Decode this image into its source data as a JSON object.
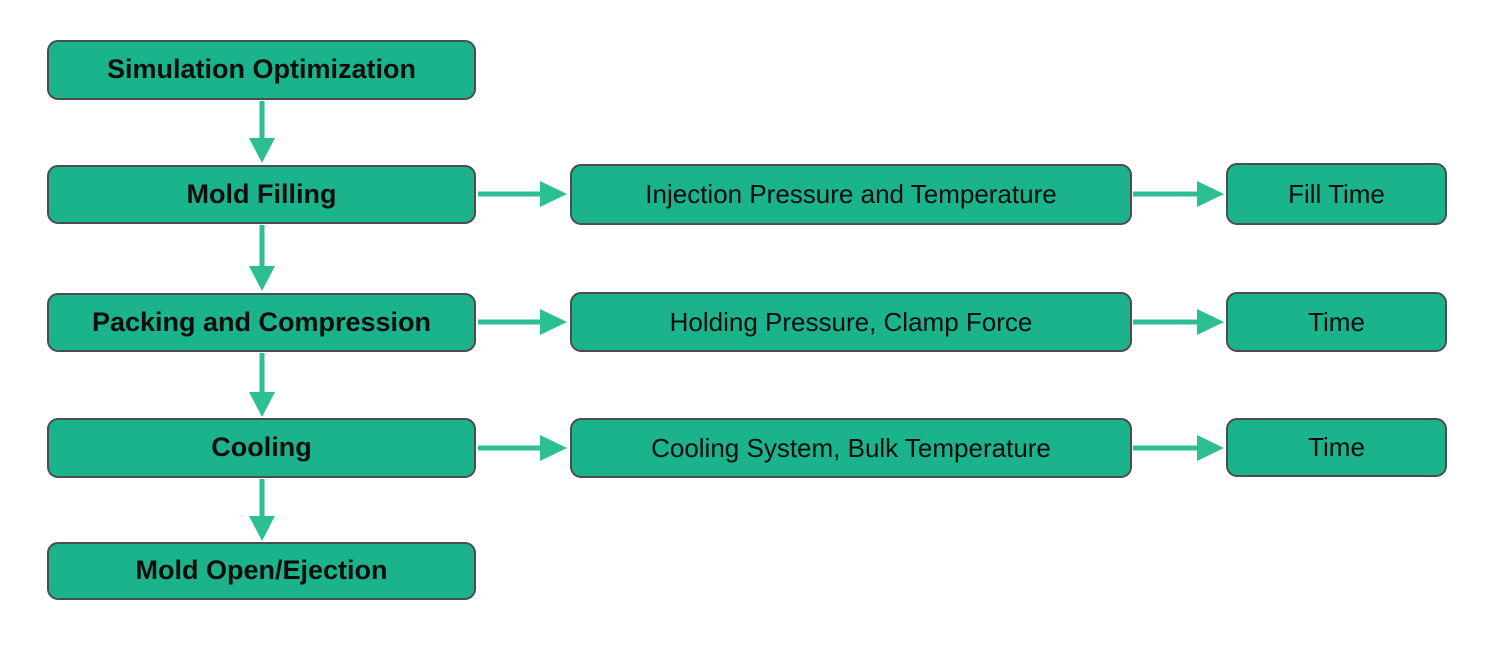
{
  "diagram": {
    "type": "flowchart",
    "stages": [
      {
        "label": "Simulation Optimization"
      },
      {
        "label": "Mold Filling",
        "factor": "Injection Pressure and Temperature",
        "output": "Fill Time"
      },
      {
        "label": "Packing and Compression",
        "factor": "Holding Pressure, Clamp Force",
        "output": "Time"
      },
      {
        "label": "Cooling",
        "factor": "Cooling System, Bulk Temperature",
        "output": "Time"
      },
      {
        "label": "Mold Open/Ejection"
      }
    ],
    "colors": {
      "box_fill": "#1ab38b",
      "box_border": "#4d4d4d",
      "arrow": "#2bbf93",
      "text": "#0d0d0d",
      "background": "#ffffff"
    }
  }
}
